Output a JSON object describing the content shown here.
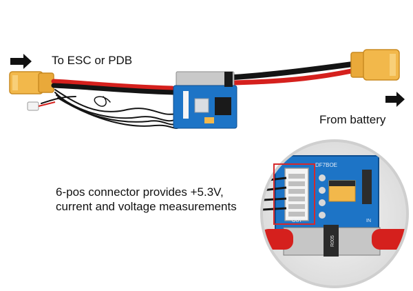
{
  "labels": {
    "to_esc_pdb": "To ESC or PDB",
    "from_battery": "From battery",
    "connector_line1": "6-pos connector provides +5.3V,",
    "connector_line2": "current and voltage measurements"
  },
  "photo_markings": {
    "pcb_marking": "DF7BOE",
    "shunt_marking": "R005",
    "port_in": "IN",
    "port_out": "OUT"
  },
  "colors": {
    "background": "#ffffff",
    "xt60_connector": "#f2b84b",
    "wire_red": "#d5201d",
    "wire_black": "#141414",
    "pcb_blue": "#1d74c6",
    "highlight_box": "#d6282a",
    "arrow": "#111111"
  }
}
